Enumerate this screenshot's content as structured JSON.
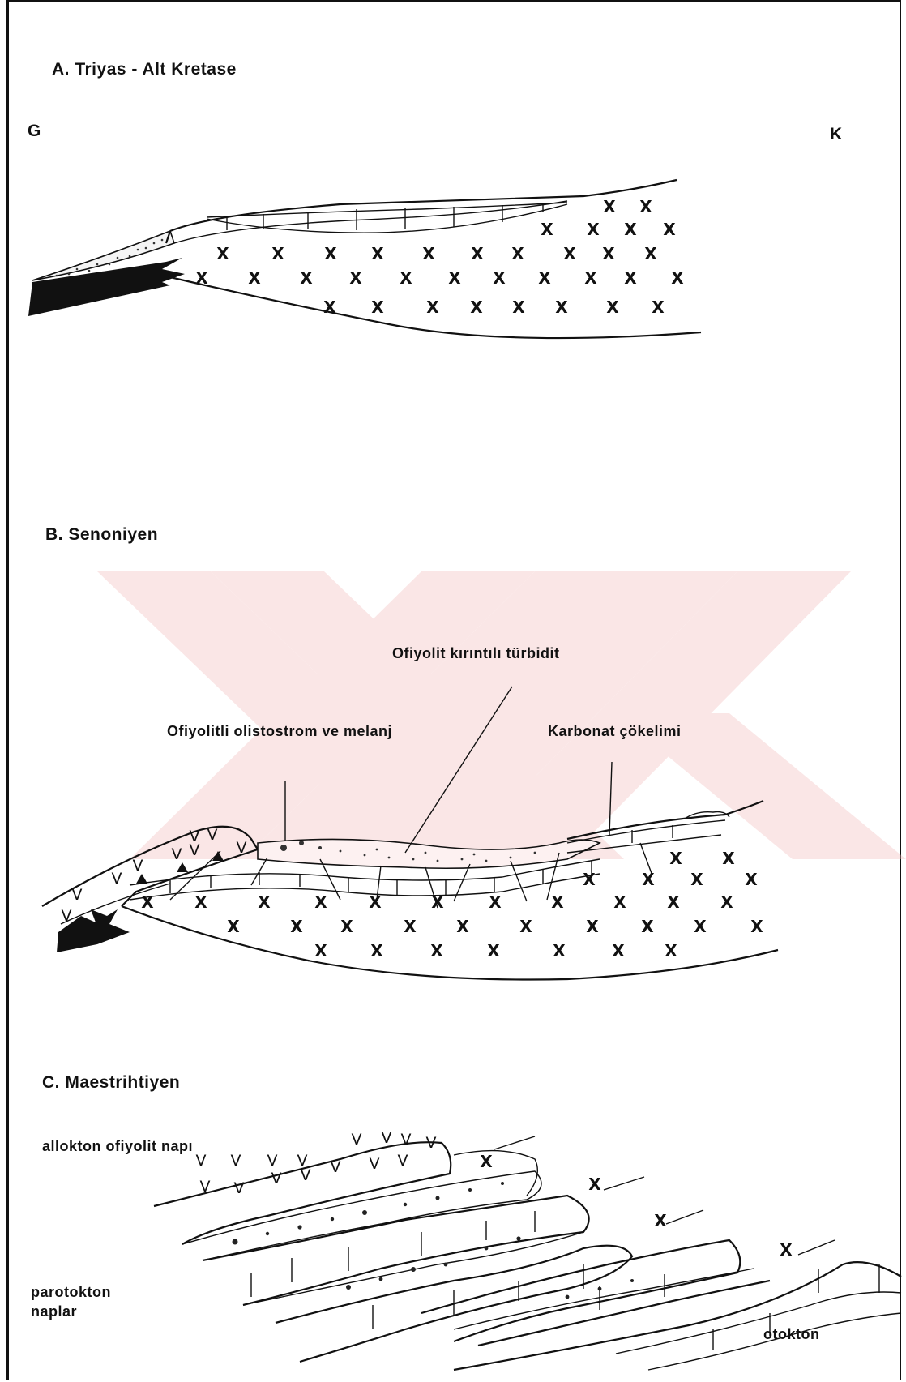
{
  "sections": {
    "a": {
      "title": "A.  Triyas - Alt  Kretase",
      "left_dir": "G",
      "right_dir": "K"
    },
    "b": {
      "title": "B.  Senoniyen",
      "label_turbidit": "Ofiyolit  kırıntılı  türbidit",
      "label_olistostrom": "Ofiyolitli   olistostrom  ve  melanj",
      "label_karbonat": "Karbonat  çökelimi"
    },
    "c": {
      "title": "C.   Maestrihtiyen",
      "label_allokton": "allokton  ofiyolit  napı",
      "label_paratokton_1": "parotokton",
      "label_paratokton_2": "naplar",
      "label_otokton": "otokton"
    }
  },
  "symbols": {
    "granite": "X",
    "volcanic": "V"
  },
  "colors": {
    "ink": "#111111",
    "watermark": "#f2b8b8",
    "dots": "#333333",
    "black_fill": "#111111"
  }
}
